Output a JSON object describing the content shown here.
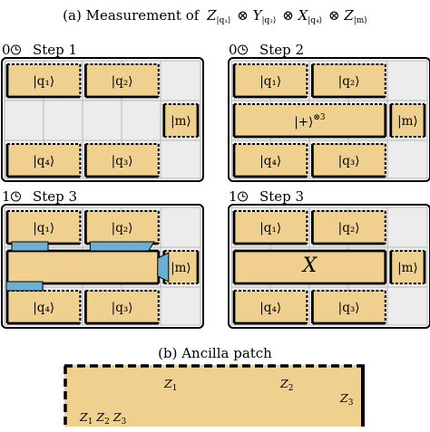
{
  "title_a": "(a) Measurement of",
  "title_a_ops": [
    {
      "op": "Z",
      "sub": "|q₁⟩"
    },
    {
      "op": "Y",
      "sub": "|q₂⟩"
    },
    {
      "op": "X",
      "sub": "|q₄⟩"
    },
    {
      "op": "Z",
      "sub": "|m⟩"
    }
  ],
  "title_a_sep": "⊗",
  "title_b": "(b) Ancilla patch",
  "panels": [
    {
      "clock": "0",
      "step": "Step 1",
      "q1": "|q₁⟩",
      "q2": "|q₂⟩",
      "q3": "|q₃⟩",
      "q4": "|q₄⟩",
      "m": "|m⟩"
    },
    {
      "clock": "0",
      "step": "Step 2",
      "q1": "|q₁⟩",
      "q2": "|q₂⟩",
      "q3": "|q₃⟩",
      "q4": "|q₄⟩",
      "m": "|m⟩",
      "plus": "|+⟩",
      "plus_sup": "⊗3"
    },
    {
      "clock": "1",
      "step": "Step 3",
      "q1": "|q₁⟩",
      "q2": "|q₂⟩",
      "q3": "|q₃⟩",
      "q4": "|q₄⟩",
      "m": "|m⟩"
    },
    {
      "clock": "1",
      "step": "Step 3",
      "q1": "|q₁⟩",
      "q2": "|q₂⟩",
      "q3": "|q₃⟩",
      "q4": "|q₄⟩",
      "m": "|m⟩",
      "x": "X"
    }
  ],
  "ancilla": {
    "z1": "Z",
    "z2": "Z",
    "z3": "Z",
    "z1_sub": "1",
    "z2_sub": "2",
    "z3_sub": "3",
    "z123": [
      {
        "op": "Z",
        "sub": "1"
      },
      {
        "op": "Z",
        "sub": "2"
      },
      {
        "op": "Z",
        "sub": "3"
      }
    ]
  },
  "colors": {
    "patch": "#efd08f",
    "cell": "#ececec",
    "ancilla": "#6bb0d4",
    "grid": "#b9b9b9"
  }
}
